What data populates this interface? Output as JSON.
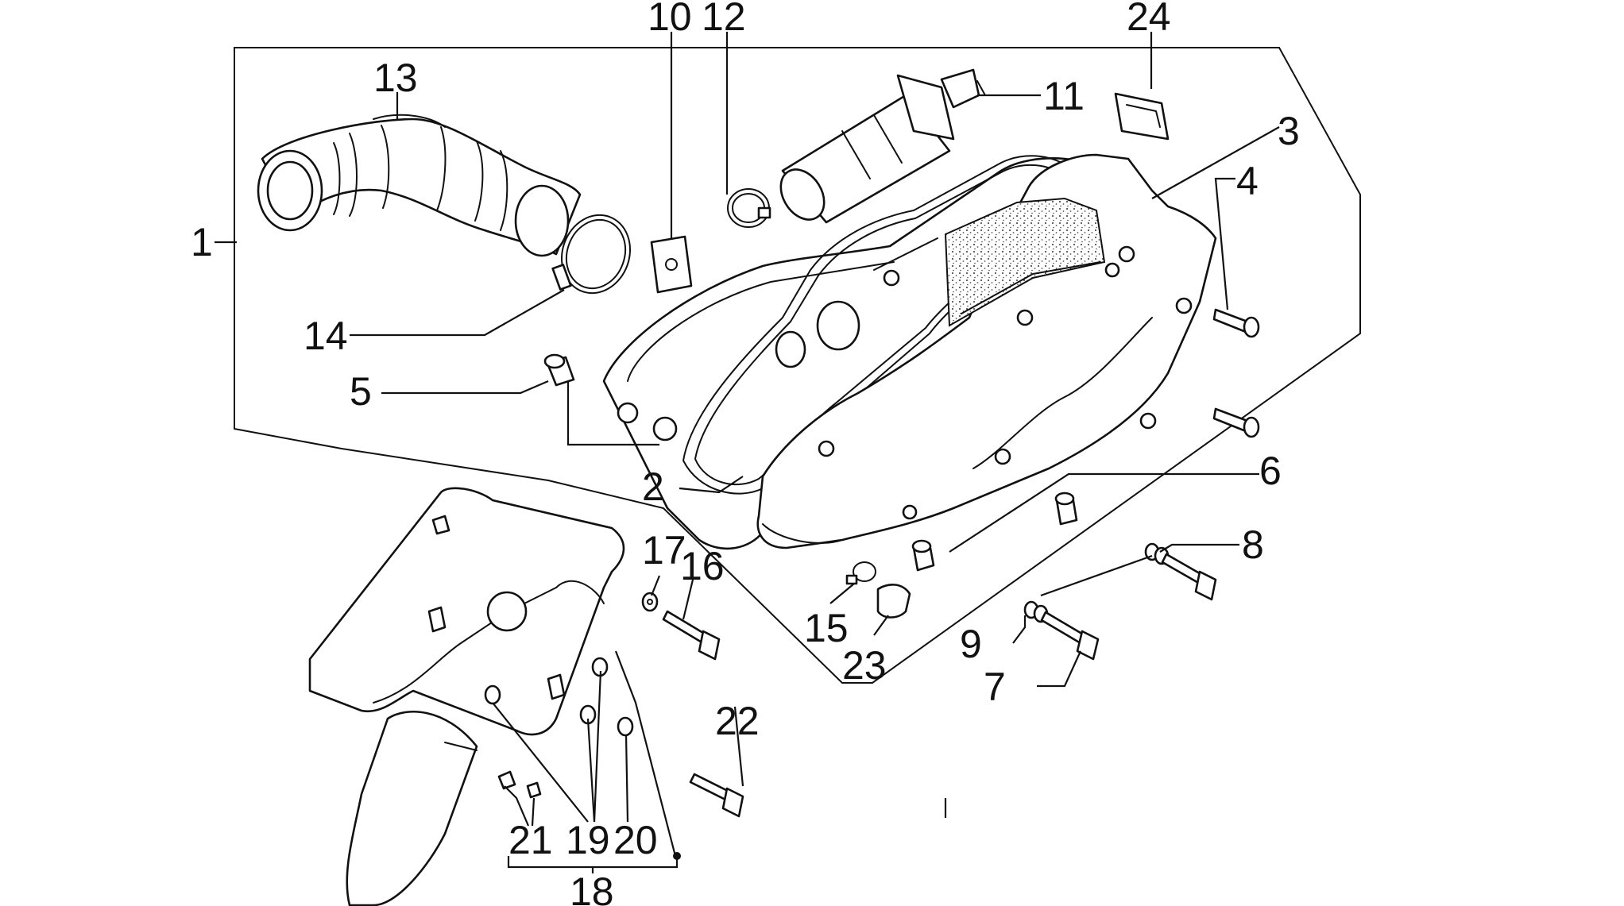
{
  "diagram": {
    "labels": {
      "1": "1",
      "2": "2",
      "3": "3",
      "4": "4",
      "5": "5",
      "6": "6",
      "7": "7",
      "8": "8",
      "9": "9",
      "10": "10",
      "11": "11",
      "12": "12",
      "13": "13",
      "14": "14",
      "15": "15",
      "16": "16",
      "17": "17",
      "18": "18",
      "19": "19",
      "20": "20",
      "21": "21",
      "22": "22",
      "23": "23",
      "24": "24"
    },
    "colors": {
      "ink": "#111111",
      "background": "#ffffff"
    }
  }
}
